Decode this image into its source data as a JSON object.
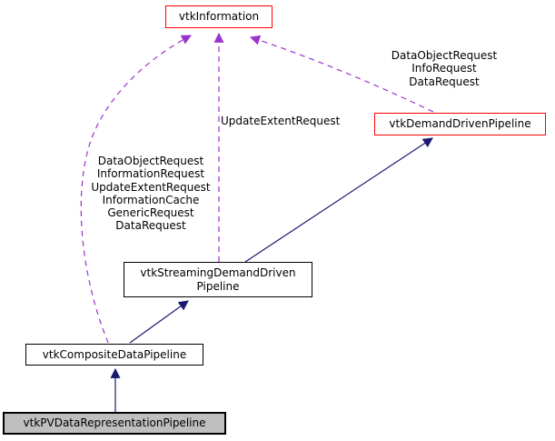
{
  "diagram": {
    "type": "class-collaboration-graph",
    "nodes": {
      "information": {
        "label": "vtkInformation"
      },
      "demand_driven": {
        "label": "vtkDemandDrivenPipeline"
      },
      "streaming": {
        "label": "vtkStreamingDemandDriven\nPipeline"
      },
      "composite": {
        "label": "vtkCompositeDataPipeline"
      },
      "pv_representation": {
        "label": "vtkPVDataRepresentationPipeline"
      }
    },
    "edge_labels": {
      "demand_driven_to_information": "DataObjectRequest\nInfoRequest\nDataRequest",
      "streaming_to_information": "UpdateExtentRequest",
      "composite_to_information": "DataObjectRequest\nInformationRequest\nUpdateExtentRequest\nInformationCache\nGenericRequest\nDataRequest"
    },
    "edges": [
      {
        "from": "vtkPVDataRepresentationPipeline",
        "to": "vtkCompositeDataPipeline",
        "type": "inheritance"
      },
      {
        "from": "vtkCompositeDataPipeline",
        "to": "vtkStreamingDemandDrivenPipeline",
        "type": "inheritance"
      },
      {
        "from": "vtkStreamingDemandDrivenPipeline",
        "to": "vtkDemandDrivenPipeline",
        "type": "inheritance"
      },
      {
        "from": "vtkStreamingDemandDrivenPipeline",
        "to": "vtkInformation",
        "type": "usage",
        "label": "UpdateExtentRequest"
      },
      {
        "from": "vtkDemandDrivenPipeline",
        "to": "vtkInformation",
        "type": "usage",
        "label": "DataObjectRequest\nInfoRequest\nDataRequest"
      },
      {
        "from": "vtkCompositeDataPipeline",
        "to": "vtkInformation",
        "type": "usage",
        "label": "DataObjectRequest\nInformationRequest\nUpdateExtentRequest\nInformationCache\nGenericRequest\nDataRequest"
      }
    ],
    "colors": {
      "inheritance_edge": "#191970",
      "usage_edge": "#9a32cd",
      "highlight_border": "#ff0000",
      "node_border": "#000000",
      "current_node_fill": "#bfbfbf",
      "background": "#ffffff"
    }
  }
}
